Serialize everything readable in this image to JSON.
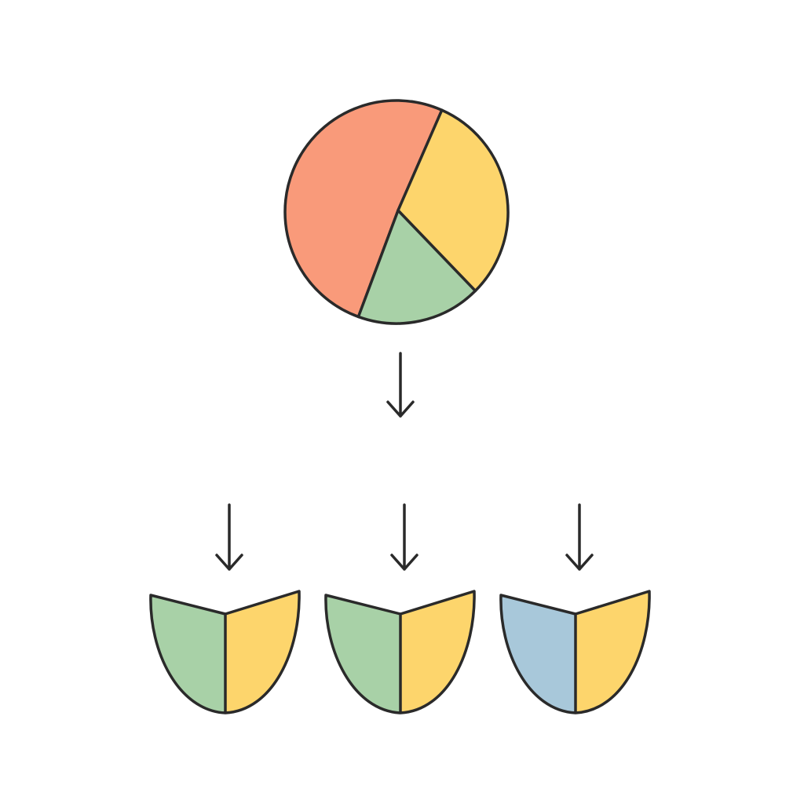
{
  "colors": {
    "stroke": "#2a2a2a",
    "orange": "#F99A7A",
    "yellow": "#FDD56C",
    "green": "#A8D1A7",
    "blue": "#A8C8DA",
    "background": "#ffffff"
  },
  "pie": {
    "slices": [
      {
        "name": "orange-slice",
        "color": "orange"
      },
      {
        "name": "yellow-slice",
        "color": "yellow"
      },
      {
        "name": "green-slice",
        "color": "green"
      }
    ]
  },
  "shields": [
    {
      "left": "green",
      "right": "yellow"
    },
    {
      "left": "green",
      "right": "yellow"
    },
    {
      "left": "blue",
      "right": "yellow"
    }
  ],
  "icons": [
    "arrow-down-icon"
  ]
}
